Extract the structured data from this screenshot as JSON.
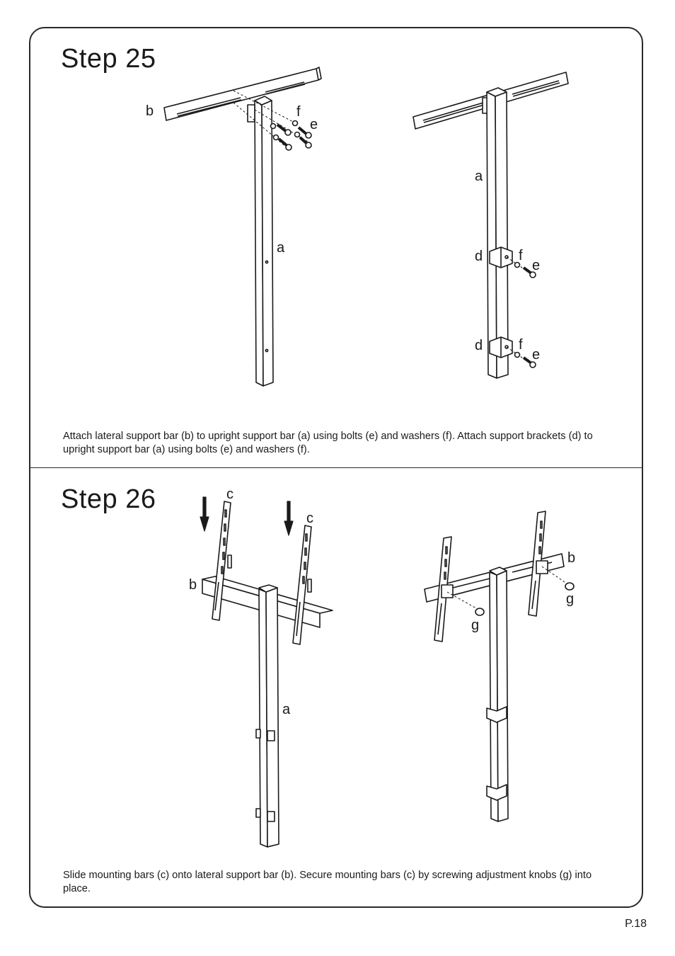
{
  "steps": [
    {
      "title": "Step  25",
      "description": "Attach lateral support bar (b) to upright support bar (a) using bolts (e) and washers (f). Attach support brackets (d) to upright support bar (a) using bolts (e) and washers (f).",
      "labels": {
        "upright_bar": "a",
        "lateral_bar": "b",
        "bracket": "d",
        "bolt": "e",
        "washer": "f"
      }
    },
    {
      "title": "Step  26",
      "description": "Slide mounting bars (c) onto lateral support bar (b). Secure mounting bars (c) by screwing adjustment knobs (g) into place.",
      "labels": {
        "upright_bar": "a",
        "lateral_bar": "b",
        "mounting_bar": "c",
        "knob": "g"
      }
    }
  ],
  "page": {
    "number": "P.18"
  }
}
